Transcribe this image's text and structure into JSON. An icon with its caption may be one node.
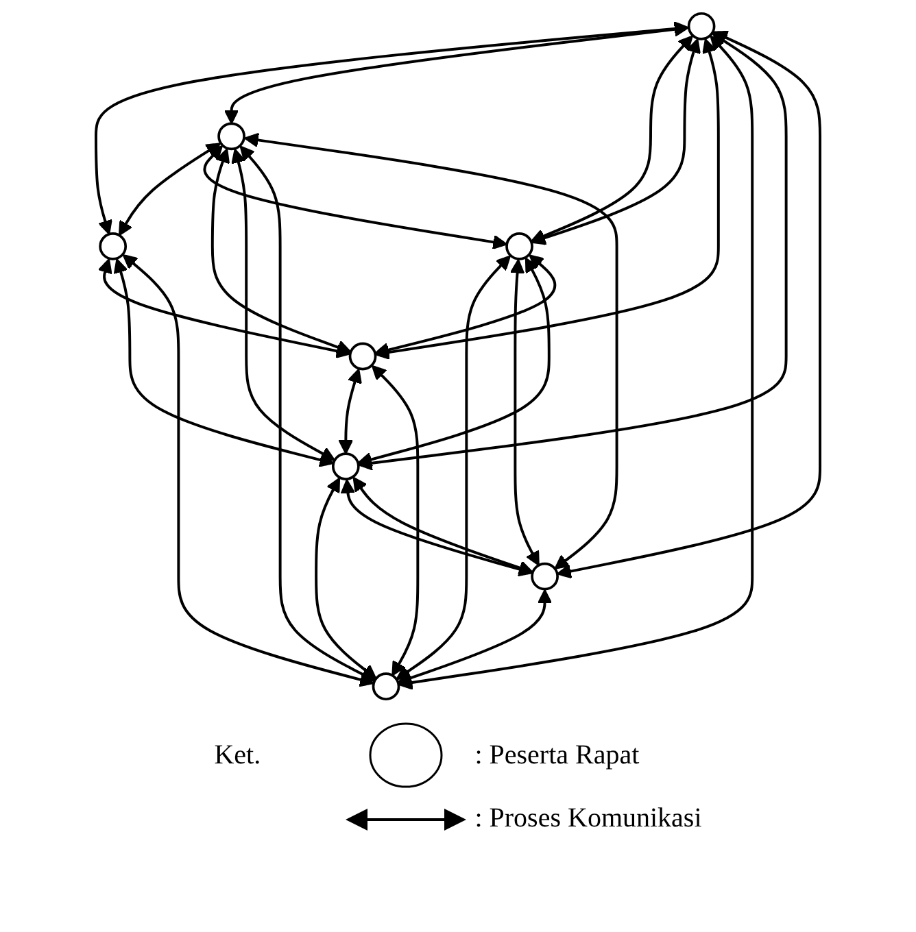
{
  "diagram": {
    "nodes": [
      {
        "text": [],
        "shape": "circle"
      },
      {
        "text": [],
        "shape": "circle"
      },
      {
        "text": [],
        "shape": "circle"
      },
      {
        "text": [],
        "shape": "circle"
      },
      {
        "text": [],
        "shape": "circle"
      },
      {
        "text": [],
        "shape": "circle"
      },
      {
        "text": [],
        "shape": "circle"
      },
      {
        "text": [],
        "shape": "circle"
      }
    ],
    "edges": [
      {
        "from": 0,
        "to": 1,
        "arrow": "both"
      },
      {
        "from": 0,
        "to": 2,
        "arrow": "both"
      },
      {
        "from": 0,
        "to": 3,
        "arrow": "both"
      },
      {
        "from": 0,
        "to": 3,
        "arrow": "both"
      },
      {
        "from": 1,
        "to": 5,
        "arrow": "both"
      },
      {
        "from": 0,
        "to": 5,
        "arrow": "both"
      },
      {
        "from": 2,
        "to": 1,
        "arrow": "both"
      },
      {
        "from": 2,
        "to": 3,
        "arrow": "both"
      },
      {
        "from": 2,
        "to": 5,
        "arrow": "both"
      },
      {
        "from": 2,
        "to": 6,
        "arrow": "both"
      },
      {
        "from": 2,
        "to": 4,
        "arrow": "both"
      },
      {
        "from": 1,
        "to": 6,
        "arrow": "both"
      },
      {
        "from": 1,
        "to": 4,
        "arrow": "both"
      },
      {
        "from": 0,
        "to": 4,
        "arrow": "both"
      },
      {
        "from": 0,
        "to": 6,
        "arrow": "both"
      },
      {
        "from": 0,
        "to": 7,
        "arrow": "both"
      },
      {
        "from": 2,
        "to": 7,
        "arrow": "both"
      },
      {
        "from": 3,
        "to": 4,
        "arrow": "both"
      },
      {
        "from": 3,
        "to": 7,
        "arrow": "both"
      },
      {
        "from": 3,
        "to": 6,
        "arrow": "both"
      },
      {
        "from": 3,
        "to": 5,
        "arrow": "both"
      },
      {
        "from": 5,
        "to": 6,
        "arrow": "both"
      },
      {
        "from": 5,
        "to": 4,
        "arrow": "both"
      },
      {
        "from": 6,
        "to": 4,
        "arrow": "both"
      },
      {
        "from": 7,
        "to": 4,
        "arrow": "both"
      },
      {
        "from": 6,
        "to": 7,
        "arrow": "both"
      },
      {
        "from": 6,
        "to": 7,
        "arrow": "both"
      }
    ],
    "labels": [
      "Ket."
    ],
    "legend": [
      {
        "text": ": Peserta Rapat"
      },
      {
        "text": ": Proses Komunikasi"
      }
    ]
  }
}
